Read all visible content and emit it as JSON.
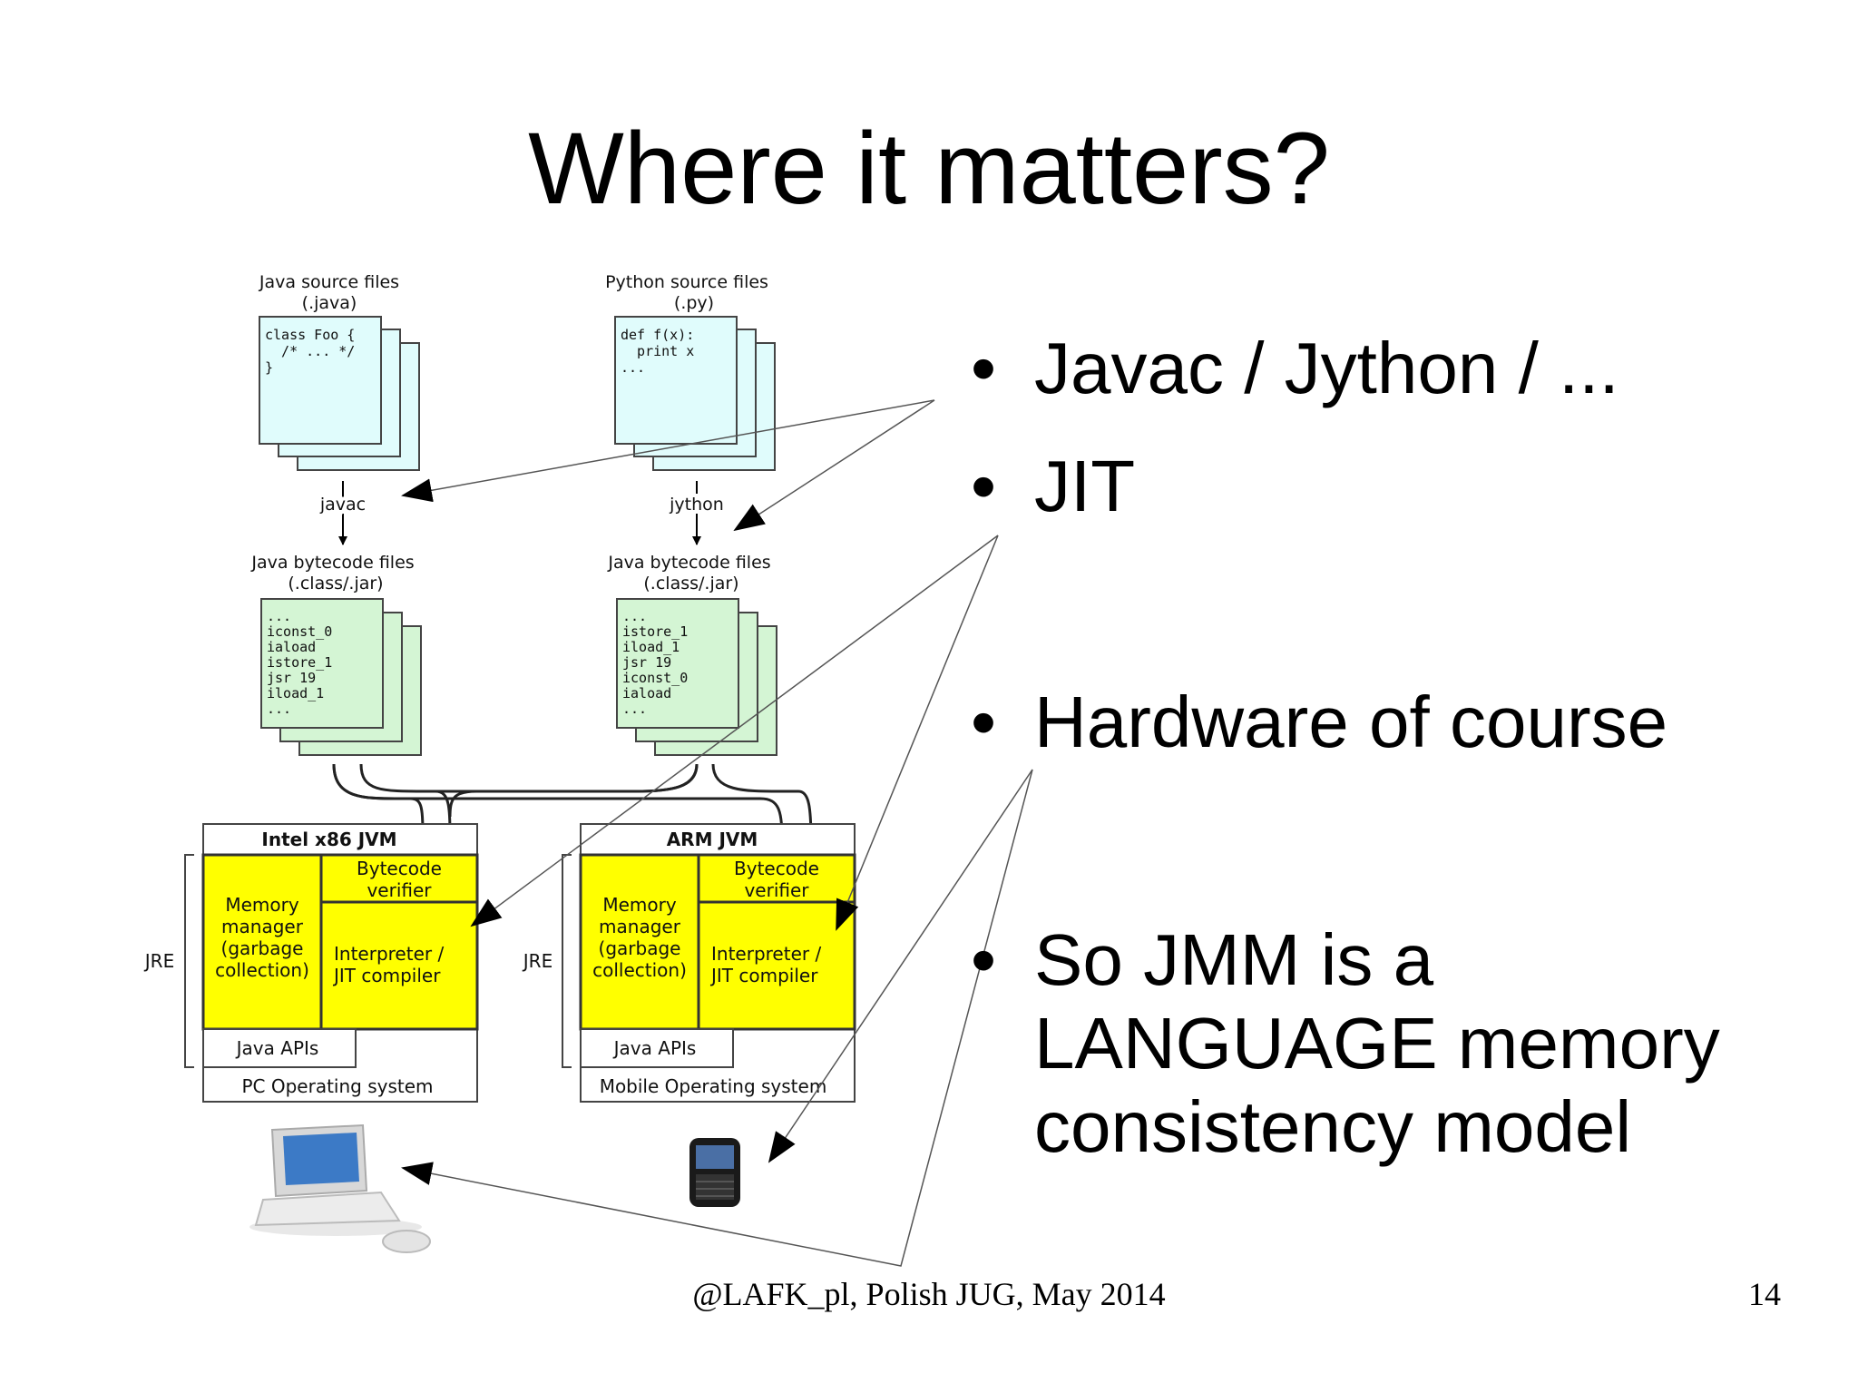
{
  "slide": {
    "title": "Where it matters?",
    "bullets": [
      "Javac / Jython / ...",
      "JIT",
      "Hardware of course",
      "So JMM is a\nLANGUAGE memory\nconsistency model"
    ],
    "footer": "@LAFK_pl, Polish JUG, May 2014",
    "page_number": "14"
  },
  "diagram": {
    "java_source": {
      "title": "Java source files",
      "ext": "(.java)",
      "code": [
        "class Foo {",
        "  /* ... */",
        "}"
      ]
    },
    "python_source": {
      "title": "Python source files",
      "ext": "(.py)",
      "code": [
        "def f(x):",
        "  print x",
        "..."
      ]
    },
    "javac_label": "javac",
    "jython_label": "jython",
    "java_bytecode_left": {
      "title": "Java bytecode files",
      "ext": "(.class/.jar)",
      "code": [
        "...",
        "iconst_0",
        "iaload",
        "istore_1",
        "jsr 19",
        "iload_1",
        "..."
      ]
    },
    "java_bytecode_right": {
      "title": "Java bytecode files",
      "ext": "(.class/.jar)",
      "code": [
        "...",
        "istore_1",
        "iload_1",
        "jsr 19",
        "iconst_0",
        "iaload",
        "..."
      ]
    },
    "intel_jvm": {
      "header": "Intel x86 JVM",
      "bytecode_verifier": [
        "Bytecode",
        "verifier"
      ],
      "memory_manager": [
        "Memory",
        "manager",
        "(garbage",
        "collection)"
      ],
      "interpreter": [
        "Interpreter /",
        "JIT compiler"
      ],
      "java_apis": "Java APIs",
      "os": "PC Operating system",
      "jre": "JRE"
    },
    "arm_jvm": {
      "header": "ARM JVM",
      "bytecode_verifier": [
        "Bytecode",
        "verifier"
      ],
      "memory_manager": [
        "Memory",
        "manager",
        "(garbage",
        "collection)"
      ],
      "interpreter": [
        "Interpreter /",
        "JIT compiler"
      ],
      "java_apis": "Java APIs",
      "os": "Mobile Operating system",
      "jre": "JRE"
    },
    "colors": {
      "source_file": "#e0fcfc",
      "bytecode_file": "#d4f5d4",
      "jvm_yellow": "#ffff00"
    },
    "icons": [
      "laptop-icon",
      "mobile-phone-icon"
    ]
  }
}
